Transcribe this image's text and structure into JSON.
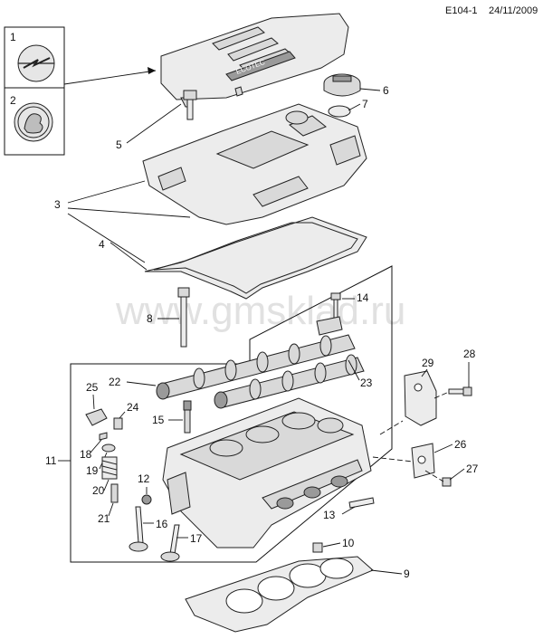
{
  "header": {
    "code": "E104-1",
    "date": "24/11/2009"
  },
  "watermark": "www.gmsklad.ru",
  "labels": {
    "l1": "1",
    "l2": "2",
    "l3": "3",
    "l4": "4",
    "l5": "5",
    "l6": "6",
    "l7": "7",
    "l8": "8",
    "l9": "9",
    "l10": "10",
    "l11": "11",
    "l12": "12",
    "l13": "13",
    "l14": "14",
    "l15": "15",
    "l16": "16",
    "l17": "17",
    "l18": "18",
    "l19": "19",
    "l20": "20",
    "l21": "21",
    "l22": "22",
    "l23": "23",
    "l24": "24",
    "l25": "25",
    "l26": "26",
    "l27": "27",
    "l28": "28",
    "l29": "29"
  },
  "cover_text": "ECOTEC"
}
